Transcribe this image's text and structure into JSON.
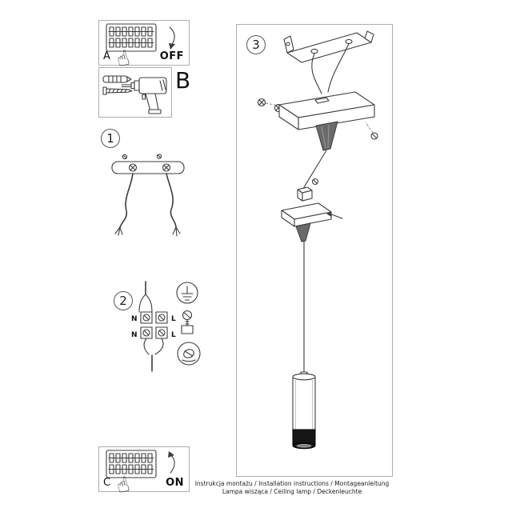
{
  "doc": {
    "footer_line1": "Instrukcja montażu / Installation instructions / Montageanleitung",
    "footer_line2": "Lampa wisząca / Ceiling lamp / Deckenleuchte"
  },
  "steps": {
    "a": {
      "label": "A",
      "action": "OFF"
    },
    "b": {
      "label": "B"
    },
    "c": {
      "label": "C",
      "action": "ON"
    },
    "s1": {
      "number": "1"
    },
    "s2": {
      "number": "2",
      "labels": {
        "n1": "N",
        "l1": "L",
        "n2": "N",
        "l2": "L"
      }
    },
    "s3": {
      "number": "3"
    }
  },
  "colors": {
    "line": "#3c3c3c",
    "border": "#aeaeae",
    "cone_shade": "#6a6a6a",
    "tube_dark": "#161616"
  }
}
